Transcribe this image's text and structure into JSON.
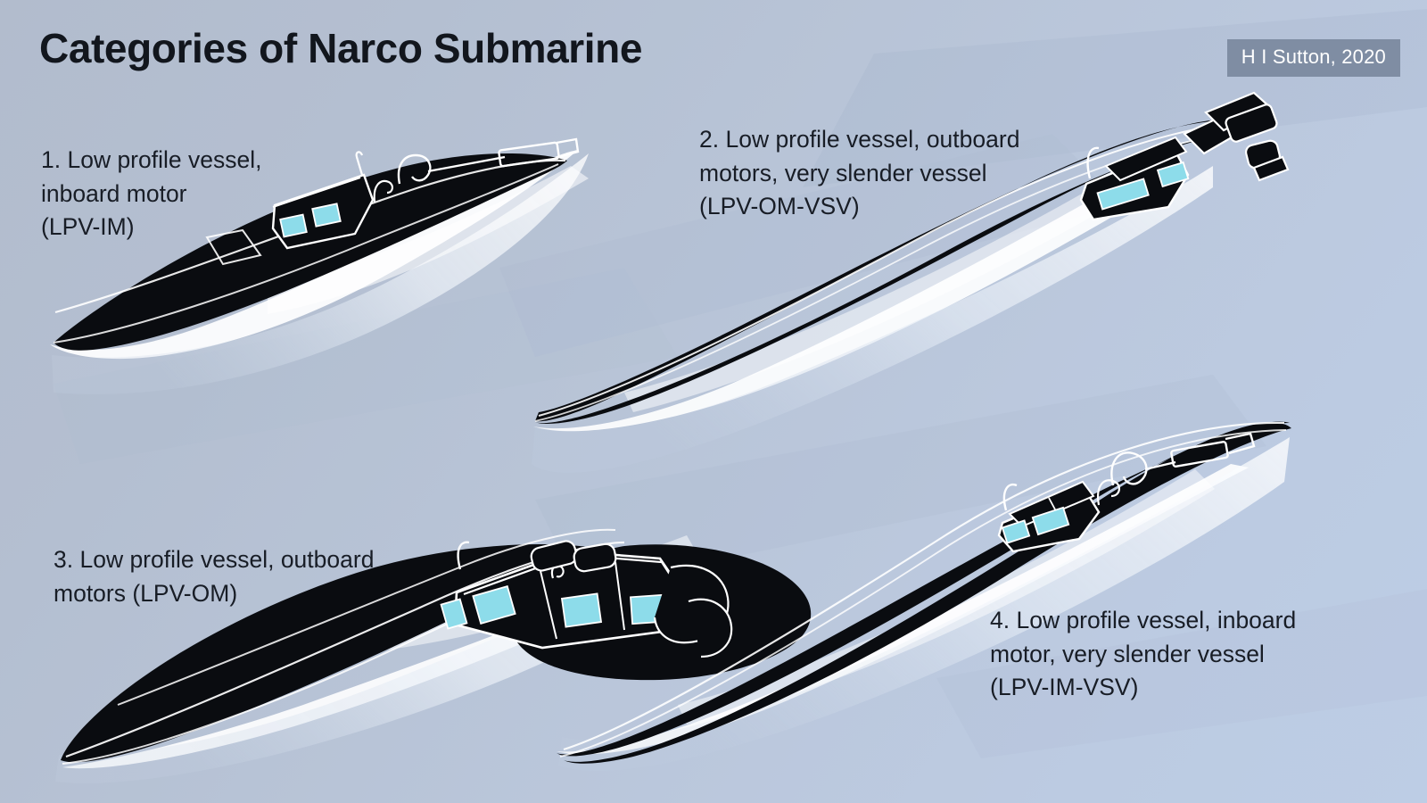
{
  "header": {
    "title": "Categories of Narco Submarine",
    "credit": "H I Sutton, 2020"
  },
  "colors": {
    "background_top_left": "#b2bccd",
    "background_bottom_right": "#bdcde5",
    "hull": "#0a0c10",
    "hull_outline": "#ffffff",
    "window": "#8ddcea",
    "wake_bright": "#ffffff",
    "wake_soft": "#ccd7e6",
    "title_text": "#12161d",
    "label_text": "#181d26",
    "credit_background": "#7f8da3",
    "credit_text": "#ffffff"
  },
  "categories": [
    {
      "number": "1",
      "label": "1. Low profile vessel,\ninboard motor\n(LPV-IM)",
      "name": "Low profile vessel, inboard motor",
      "abbreviation": "LPV-IM",
      "propulsion": "inboard motor",
      "hull_type": "low profile vessel",
      "window_count": 2
    },
    {
      "number": "2",
      "label": "2. Low profile vessel, outboard\nmotors, very slender vessel\n(LPV-OM-VSV)",
      "name": "Low profile vessel, outboard motors, very slender vessel",
      "abbreviation": "LPV-OM-VSV",
      "propulsion": "outboard motors",
      "hull_type": "very slender vessel",
      "window_count": 2
    },
    {
      "number": "3",
      "label": "3. Low profile vessel, outboard\nmotors (LPV-OM)",
      "name": "Low profile vessel, outboard motors",
      "abbreviation": "LPV-OM",
      "propulsion": "outboard motors",
      "hull_type": "low profile vessel",
      "window_count": 4
    },
    {
      "number": "4",
      "label": "4. Low profile vessel, inboard\nmotor, very slender vessel\n(LPV-IM-VSV)",
      "name": "Low profile vessel, inboard motor, very slender vessel",
      "abbreviation": "LPV-IM-VSV",
      "propulsion": "inboard motor",
      "hull_type": "very slender vessel",
      "window_count": 2
    }
  ]
}
